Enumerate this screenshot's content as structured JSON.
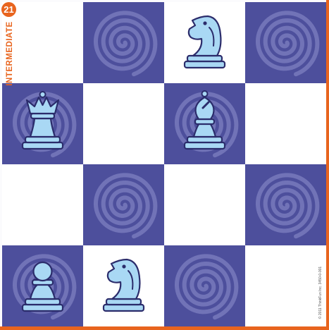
{
  "puzzle": {
    "number": "21",
    "level": "INTERMEDIATE",
    "copyright": "© 2011 ThinkFun Inc. 3450-0-001"
  },
  "board": {
    "rows": 4,
    "cols": 4,
    "dark_square_pattern": "spiral",
    "top_left_square": "light",
    "pieces": [
      {
        "row": 1,
        "col": 3,
        "type": "knight"
      },
      {
        "row": 2,
        "col": 1,
        "type": "queen"
      },
      {
        "row": 2,
        "col": 3,
        "type": "bishop"
      },
      {
        "row": 4,
        "col": 1,
        "type": "pawn"
      },
      {
        "row": 4,
        "col": 2,
        "type": "knight"
      }
    ]
  },
  "colors": {
    "dark_square": "#4d4f9c",
    "spiral_line": "#7173b7",
    "light_square": "#ffffff",
    "piece_fill": "#a9d8f4",
    "piece_outline": "#2b2c6b",
    "accent": "#e8641e"
  }
}
